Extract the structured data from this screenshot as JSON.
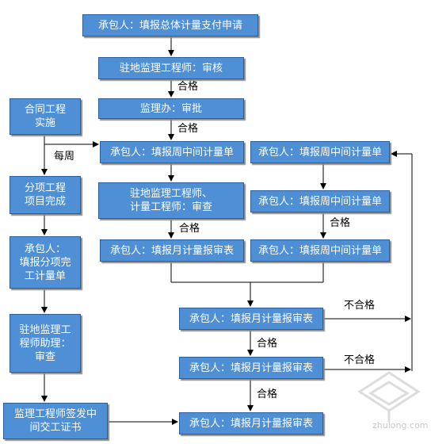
{
  "boxes": {
    "apply_total": "承包人：填报总体计量支付申请",
    "resident_review": "驻地监理工程师：审核",
    "office_approve": "监理办：审批",
    "contract_impl": "合同工程\n实施",
    "weekly_form_mid": "承包人：填报周中间计量单",
    "weekly_form_right1": "承包人：填报周中间计量单",
    "sub_item_done": "分项工程\n项目完成",
    "engineer_check": "驻地监理工程师、\n计量工程师：审查",
    "weekly_form_right2": "承包人：填报周中间计量单",
    "sub_item_form": "承包人：\n填报分项完\n工计量单",
    "monthly_form_mid": "承包人：填报月计量报审表",
    "weekly_form_right3": "承包人：填报周中间计量单",
    "assistant_check": "驻地监理工\n程师助理：\n审查",
    "monthly_form_1": "承包人：填报月计量报审表",
    "monthly_form_2": "承包人：填报月计量报审表",
    "interim_cert": "监理工程师签发中\n间交工证书",
    "monthly_form_3": "承包人：填报月计量报审表"
  },
  "labels": {
    "pass_1": "合格",
    "pass_2": "合格",
    "weekly": "每周",
    "pass_3": "合格",
    "pass_4": "合格",
    "fail_1": "不合格",
    "pass_5": "合格",
    "fail_2": "不合格",
    "pass_6": "合格"
  },
  "watermark": {
    "text": "zhulong.com"
  },
  "colors": {
    "box_fill": "#4f8fd6",
    "box_border": "#2c5f9e",
    "box_text": "#ffffff",
    "line": "#000000"
  }
}
